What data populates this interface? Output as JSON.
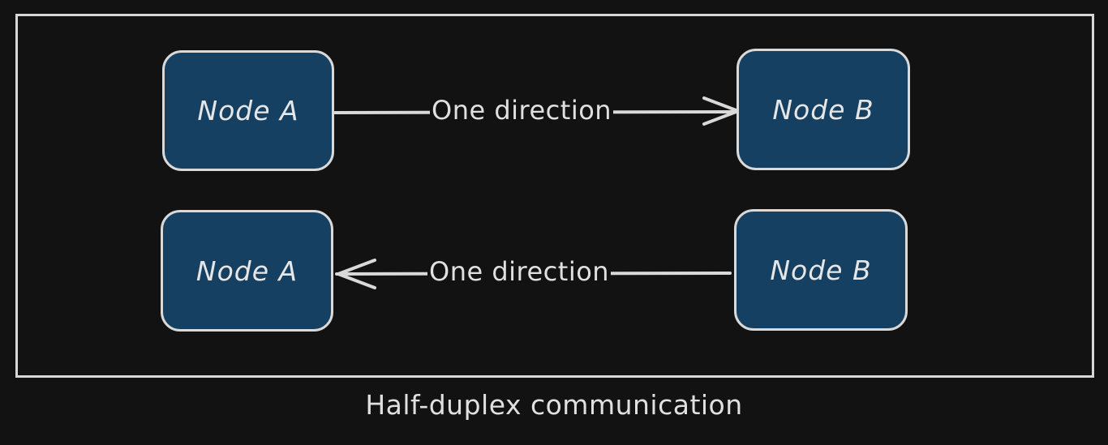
{
  "diagram": {
    "caption": "Half-duplex communication",
    "colors": {
      "background": "#121212",
      "node_fill": "#164061",
      "stroke": "#d9d9d9"
    },
    "rows": [
      {
        "left_node": "Node A",
        "right_node": "Node B",
        "edge_label": "One direction",
        "direction": "A-to-B"
      },
      {
        "left_node": "Node A",
        "right_node": "Node B",
        "edge_label": "One direction",
        "direction": "B-to-A"
      }
    ]
  }
}
